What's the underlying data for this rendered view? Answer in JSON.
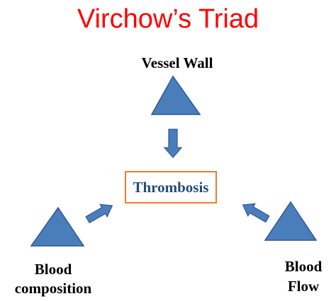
{
  "title": "Virchow’s Triad",
  "center": {
    "label": "Thrombosis"
  },
  "nodes": {
    "vessel_wall": {
      "label": "Vessel Wall"
    },
    "blood_composition": {
      "label_line1": "Blood",
      "label_line2": "composition"
    },
    "blood_flow": {
      "label_line1": "Blood",
      "label_line2": "Flow"
    }
  },
  "colors": {
    "title": "#ff0000",
    "shape_fill": "#4a7ebb",
    "shape_stroke": "#2f5597",
    "center_border": "#ed7d31",
    "center_text": "#1f4e79"
  },
  "icons": {
    "node_shape": "triangle",
    "connector": "block-arrow"
  }
}
